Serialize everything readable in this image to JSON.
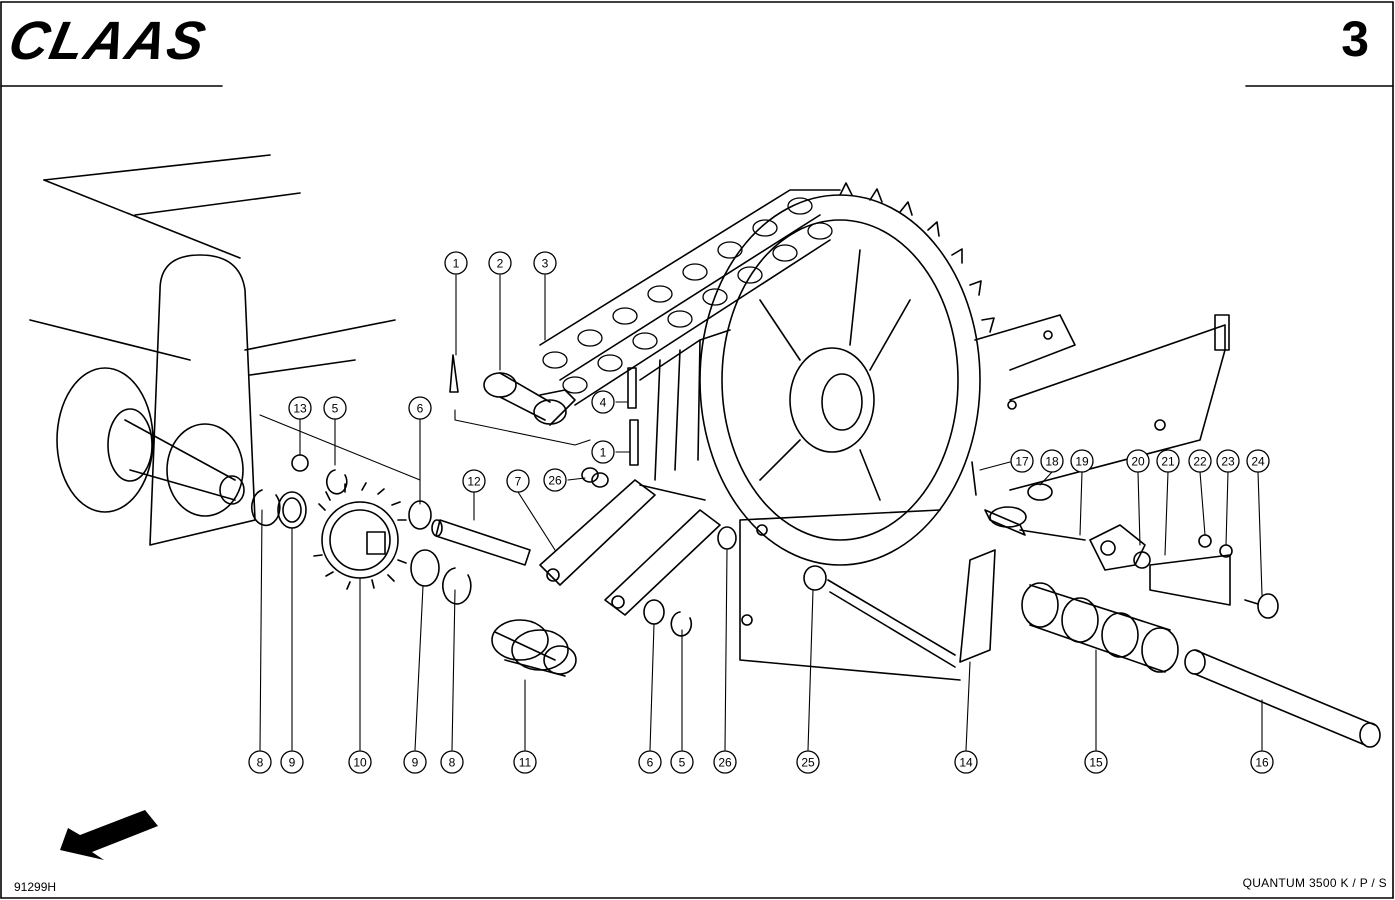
{
  "header": {
    "brand": "CLAAS",
    "page_number": "3"
  },
  "footer": {
    "drawing_number": "91299H",
    "model": "QUANTUM  3500 K / P / S"
  },
  "callouts": [
    {
      "id": "c-1a",
      "label": "1"
    },
    {
      "id": "c-2",
      "label": "2"
    },
    {
      "id": "c-3",
      "label": "3"
    },
    {
      "id": "c-4",
      "label": "4"
    },
    {
      "id": "c-1b",
      "label": "1"
    },
    {
      "id": "c-26a",
      "label": "26"
    },
    {
      "id": "c-13",
      "label": "13"
    },
    {
      "id": "c-5a",
      "label": "5"
    },
    {
      "id": "c-6a",
      "label": "6"
    },
    {
      "id": "c-12",
      "label": "12"
    },
    {
      "id": "c-7",
      "label": "7"
    },
    {
      "id": "c-17",
      "label": "17"
    },
    {
      "id": "c-18",
      "label": "18"
    },
    {
      "id": "c-19",
      "label": "19"
    },
    {
      "id": "c-20",
      "label": "20"
    },
    {
      "id": "c-21",
      "label": "21"
    },
    {
      "id": "c-22",
      "label": "22"
    },
    {
      "id": "c-23",
      "label": "23"
    },
    {
      "id": "c-24",
      "label": "24"
    },
    {
      "id": "c-8a",
      "label": "8"
    },
    {
      "id": "c-9a",
      "label": "9"
    },
    {
      "id": "c-10",
      "label": "10"
    },
    {
      "id": "c-9b",
      "label": "9"
    },
    {
      "id": "c-8b",
      "label": "8"
    },
    {
      "id": "c-11",
      "label": "11"
    },
    {
      "id": "c-6b",
      "label": "6"
    },
    {
      "id": "c-5b",
      "label": "5"
    },
    {
      "id": "c-26b",
      "label": "26"
    },
    {
      "id": "c-25",
      "label": "25"
    },
    {
      "id": "c-14",
      "label": "14"
    },
    {
      "id": "c-15",
      "label": "15"
    },
    {
      "id": "c-16",
      "label": "16"
    }
  ]
}
